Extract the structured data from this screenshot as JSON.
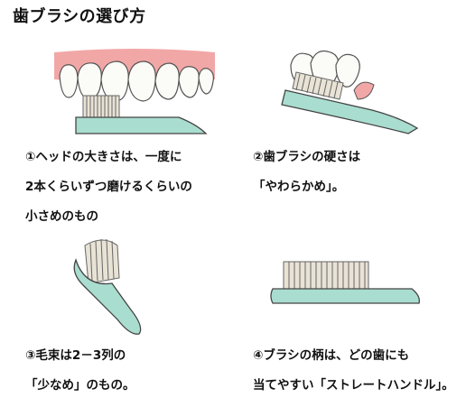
{
  "title": "歯ブラシの選び方",
  "sections": [
    {
      "lines": [
        "①ヘッドの大きさは、一度に",
        "2本くらいずつ磨けるくらいの",
        "小さめのもの"
      ]
    },
    {
      "lines": [
        "②歯ブラシの硬さは",
        "「やわらかめ」。"
      ]
    },
    {
      "lines": [
        "③毛束は2－3列の",
        "「少なめ」のもの。"
      ]
    },
    {
      "lines": [
        "④ブラシの柄は、どの歯にも",
        "当てやすい「ストレートハンドル」。"
      ]
    }
  ],
  "colors": {
    "handle": "#a9ddd0",
    "gum": "#f2a7a7",
    "bristle": "#e9e3d6",
    "outline": "#444444"
  }
}
